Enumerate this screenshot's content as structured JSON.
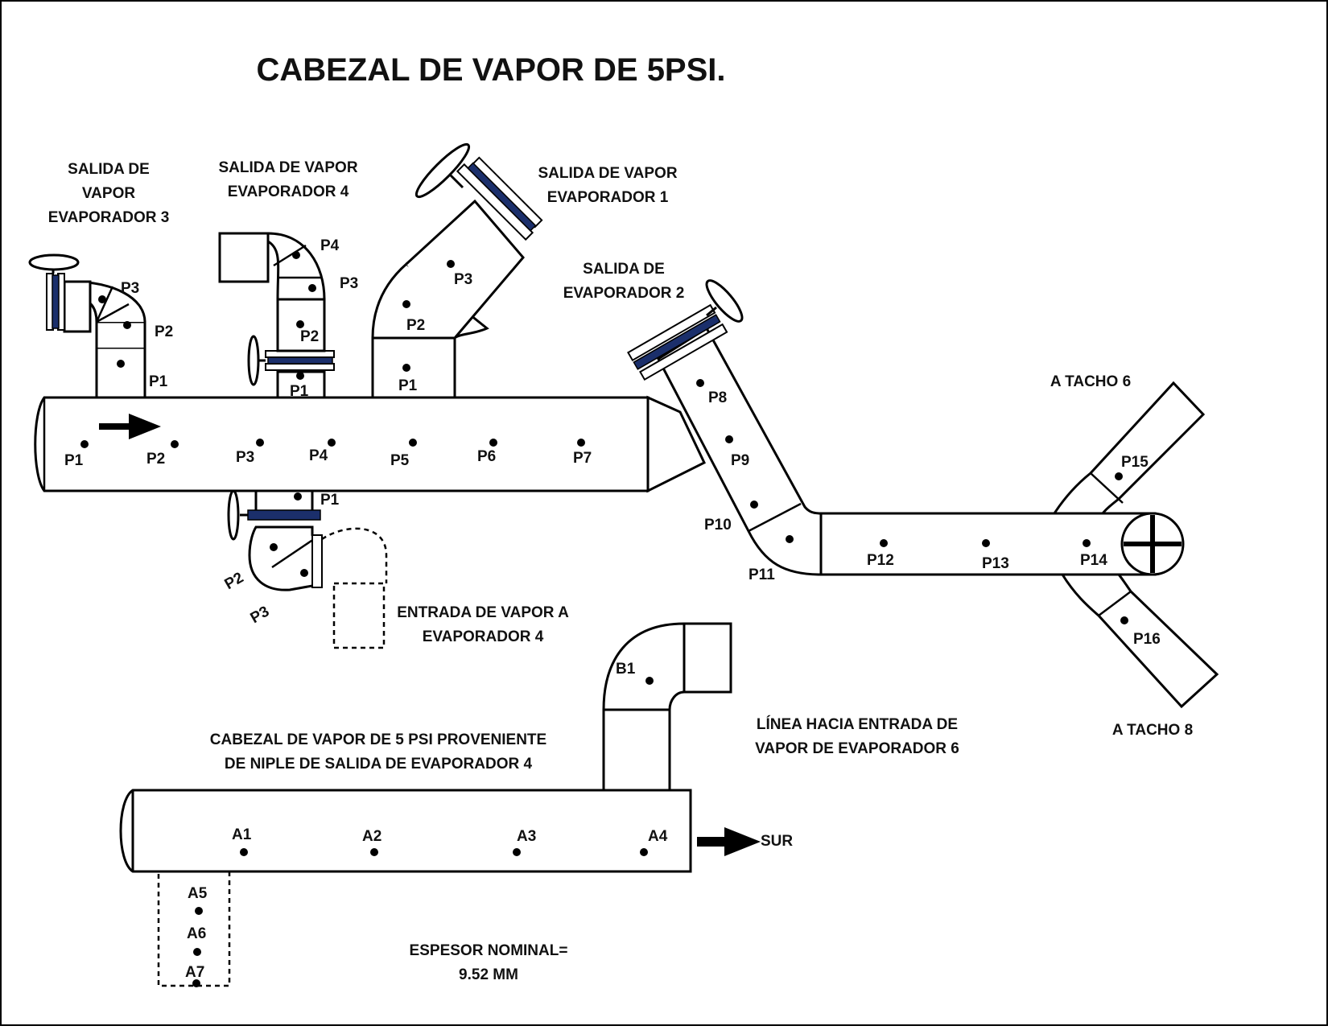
{
  "title": "CABEZAL DE VAPOR DE 5PSI.",
  "labels": {
    "evap3": [
      "SALIDA DE",
      "VAPOR",
      "EVAPORADOR 3"
    ],
    "evap4": [
      "SALIDA DE VAPOR",
      "EVAPORADOR 4"
    ],
    "evap1": [
      "SALIDA DE VAPOR",
      "EVAPORADOR 1"
    ],
    "evap2": [
      "SALIDA DE",
      "EVAPORADOR 2"
    ],
    "entrada4": [
      "ENTRADA DE VAPOR A",
      "EVAPORADOR 4"
    ],
    "tacho6": "A TACHO 6",
    "tacho8": "A TACHO 8",
    "linea6": [
      "LÍNEA HACIA ENTRADA DE",
      "VAPOR DE EVAPORADOR 6"
    ],
    "cabezal2": [
      "CABEZAL DE VAPOR DE 5 PSI PROVENIENTE",
      "DE NIPLE DE SALIDA DE EVAPORADOR 4"
    ],
    "sur": "SUR",
    "espesor": [
      "ESPESOR NOMINAL=",
      "9.52 MM"
    ]
  },
  "points": {
    "main": [
      "P1",
      "P2",
      "P3",
      "P4",
      "P5",
      "P6",
      "P7"
    ],
    "evap3": [
      "P3",
      "P2",
      "P1"
    ],
    "evap4": [
      "P4",
      "P3",
      "P2",
      "P1"
    ],
    "evap1": [
      "P3",
      "P2",
      "P1"
    ],
    "entrada4": [
      "P1",
      "P2",
      "P3"
    ],
    "branch": [
      "P8",
      "P9",
      "P10",
      "P11",
      "P12",
      "P13",
      "P14",
      "P15",
      "P16"
    ],
    "line6": [
      "B1"
    ],
    "header2": [
      "A1",
      "A2",
      "A3",
      "A4",
      "A5",
      "A6",
      "A7"
    ]
  }
}
